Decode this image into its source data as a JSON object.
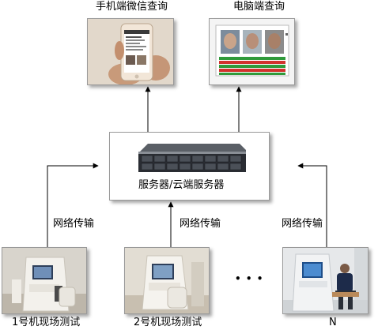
{
  "top": {
    "phone_label": "手机端微信查询",
    "pc_label": "电脑端查询"
  },
  "server": {
    "label": "服务器/云端服务器"
  },
  "links": {
    "left": "网络传输",
    "middle": "网络传输",
    "right": "网络传输"
  },
  "stations": {
    "first": "1号机现场测试",
    "second": "2号机现场测试",
    "ellipsis": "• • •",
    "last": "N"
  },
  "colors": {
    "line": "#000000",
    "pc_screen_green": "#2f9a3a",
    "pc_screen_red": "#d2322d",
    "server_body": "#2a2d33"
  }
}
